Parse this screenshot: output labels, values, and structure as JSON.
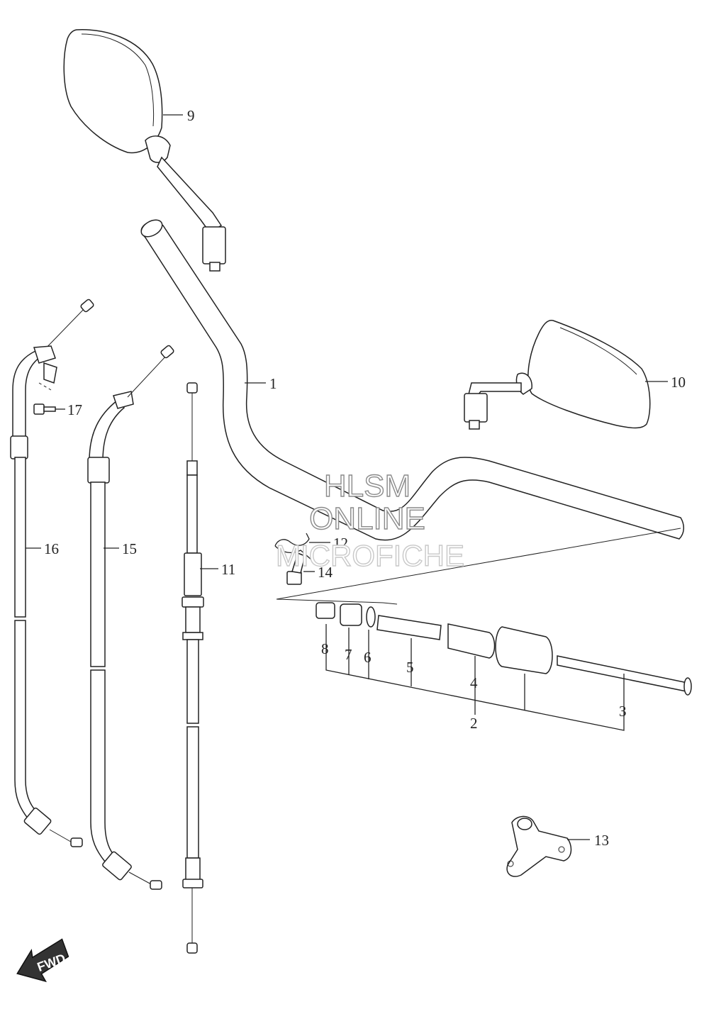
{
  "parts": [
    {
      "id": "label-1",
      "number": "1"
    },
    {
      "id": "label-2",
      "number": "2"
    },
    {
      "id": "label-3",
      "number": "3"
    },
    {
      "id": "label-4",
      "number": "4"
    },
    {
      "id": "label-5",
      "number": "5"
    },
    {
      "id": "label-6",
      "number": "6"
    },
    {
      "id": "label-7",
      "number": "7"
    },
    {
      "id": "label-8",
      "number": "8"
    },
    {
      "id": "label-9",
      "number": "9"
    },
    {
      "id": "label-10",
      "number": "10"
    },
    {
      "id": "label-11",
      "number": "11"
    },
    {
      "id": "label-12",
      "number": "12"
    },
    {
      "id": "label-13",
      "number": "13"
    },
    {
      "id": "label-14",
      "number": "14"
    },
    {
      "id": "label-15",
      "number": "15"
    },
    {
      "id": "label-16",
      "number": "16"
    },
    {
      "id": "label-17",
      "number": "17"
    }
  ],
  "watermark": {
    "line1": "HLSM",
    "line2": "ONLINE",
    "line3": "MICROFICHE"
  },
  "direction_badge": {
    "text": "FWD"
  }
}
